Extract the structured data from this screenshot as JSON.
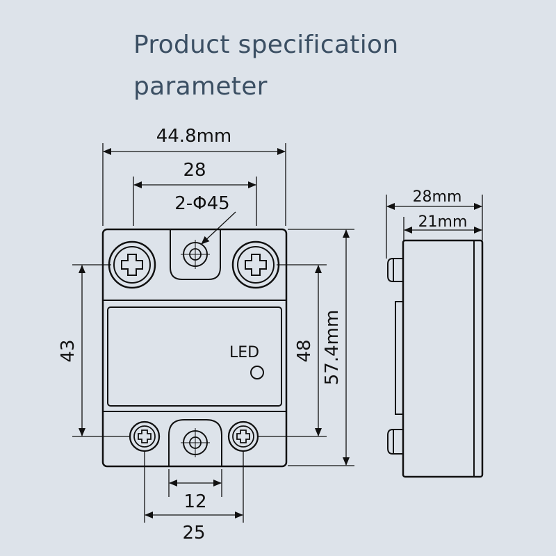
{
  "title": {
    "line1": "Product specification",
    "line2": "parameter"
  },
  "front_view": {
    "overall_width": "44.8mm",
    "hole_spacing_top": "28",
    "mount_hole": "2-Φ45",
    "led_label": "LED",
    "terminal_vertical_spacing": "43",
    "window_height": "48",
    "overall_height": "57.4mm",
    "bottom_terminal_spacing": "12",
    "bottom_overall_spacing": "25"
  },
  "side_view": {
    "outer_depth": "28mm",
    "inner_depth": "21mm"
  },
  "colors": {
    "background": "#dde3ea",
    "title_text": "#3b4f63",
    "line": "#111111"
  }
}
